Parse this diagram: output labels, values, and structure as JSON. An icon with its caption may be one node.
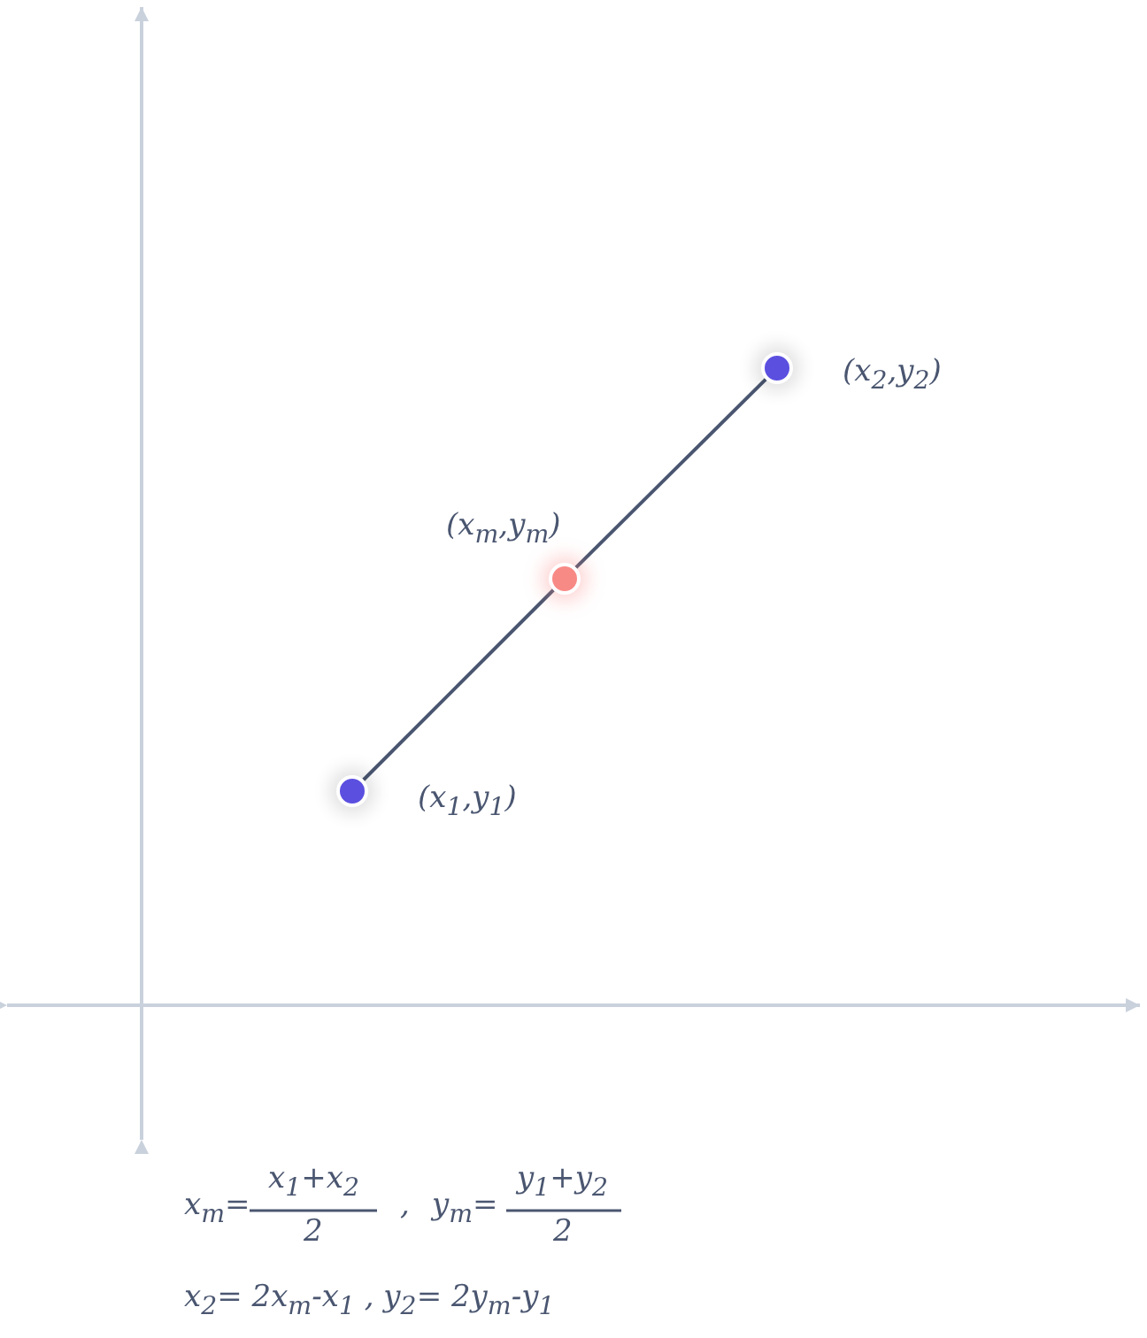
{
  "diagram": {
    "nodes": [
      {
        "text": [],
        "shape": "circle",
        "beside": [
          "(x$_{2}$,y$_{2}$)"
        ]
      },
      {
        "text": [],
        "shape": "circle",
        "beside": [
          "(x$_{m}$,y$_{m}$)"
        ]
      },
      {
        "text": [],
        "shape": "circle",
        "beside": [
          "(x$_{1}$,y$_{1}$)"
        ]
      }
    ],
    "edges": [
      {
        "from": 2,
        "to": 1,
        "arrow": "none"
      },
      {
        "from": 1,
        "to": 0,
        "arrow": "none"
      }
    ],
    "labels": [
      "x$_{m}$=",
      "x$_{1}$+x$_{2}$",
      "2",
      ",",
      "y$_{m}$=",
      "y$_{1}$+y$_{2}$",
      "2",
      "x$_{2}$= 2x$_{m}$-x$_{1}$ , y$_{2}$= 2y$_{m}$-y$_{1}$"
    ]
  }
}
